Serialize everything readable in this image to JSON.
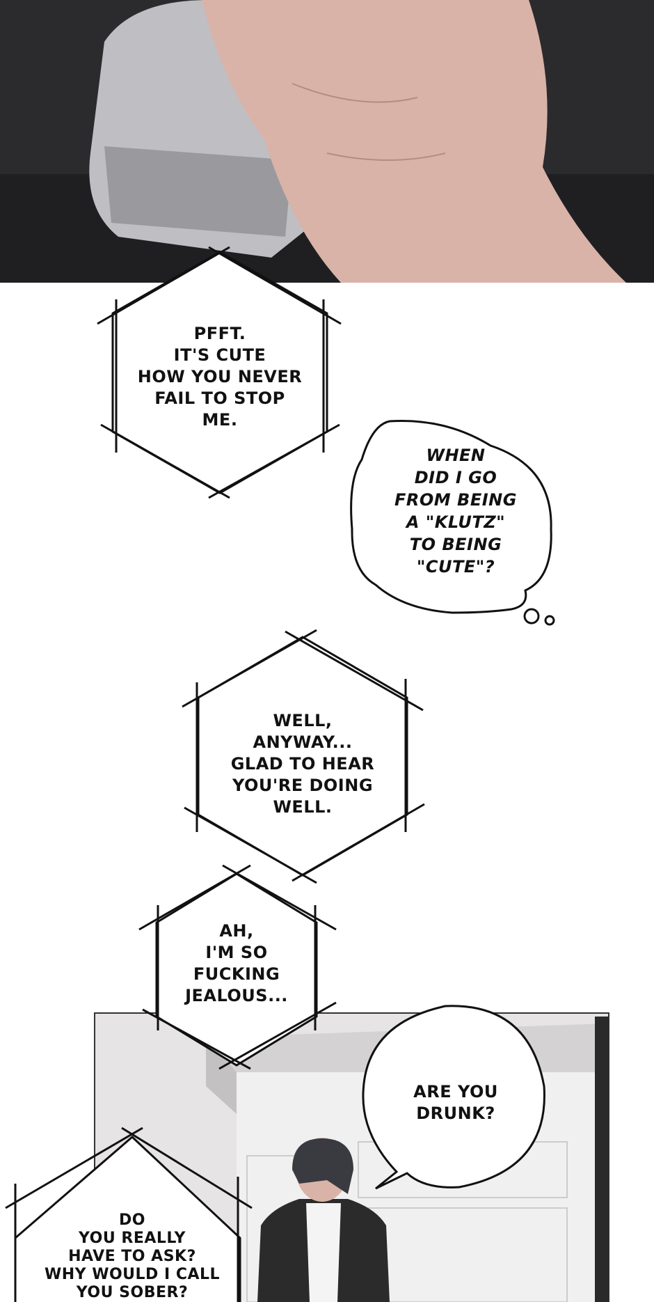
{
  "bubbles": {
    "hex1": [
      "PFFT.",
      "IT'S CUTE",
      "HOW YOU NEVER",
      "FAIL TO STOP",
      "ME."
    ],
    "thought": [
      "WHEN",
      "DID I GO",
      "FROM BEING",
      "A \"KLUTZ\"",
      "TO BEING",
      "\"CUTE\"?"
    ],
    "hex2": [
      "WELL,",
      "ANYWAY...",
      "GLAD TO HEAR",
      "YOU'RE DOING",
      "WELL."
    ],
    "hex3": [
      "AH,",
      "I'M SO",
      "FUCKING",
      "JEALOUS..."
    ],
    "speech": [
      "ARE YOU",
      "DRUNK?"
    ],
    "house": [
      "DO",
      "YOU REALLY",
      "HAVE TO ASK?",
      "WHY WOULD I CALL",
      "YOU SOBER?"
    ]
  },
  "colors": {
    "dark_panel": "#2b2b2e",
    "skin": "#d9b3a8",
    "room": "#e6e4e4"
  }
}
